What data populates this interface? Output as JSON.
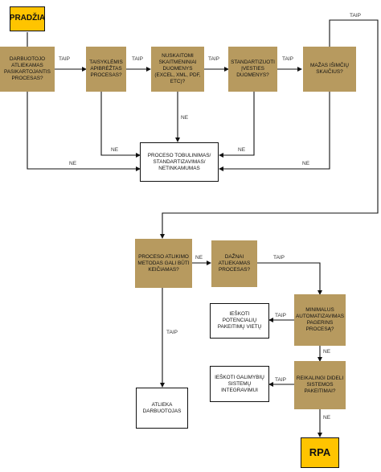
{
  "nodes": {
    "start": "PRADŽIA",
    "q1": "DARBUOTOJO ATLIEKAMAS PASIKARTOJANTIS PROCESAS?",
    "q2": "TAISYKLĖMIS APIBRĖŽTAS PROCESAS?",
    "q3": "NUSKAITOMI SKAITMENINIAI DUOMENYS (EXCEL, XML, PDF, ETC)?",
    "q4": "STANDARTIZUOTI ĮVESTIES DUOMENYS?",
    "q5": "MAŽAS IŠIMČIŲ SKAIČIUS?",
    "improve": "PROCESO TOBULINIMAS/ STANDARTIZAVIMAS/ NETINKAMUMAS",
    "q6": "PROCESO ATLIKIMO METODAS GALI BŪTI KEIČIAMAS?",
    "q7": "DAŽNAI ATLIEKAMAS PROCESAS?",
    "q8": "MINIMALUS AUTOMATIZAVIMAS PAGERINS PROCESĄ?",
    "q9": "REIKALINGI DIDELI SISTEMOS PAKEITIMAI?",
    "find_places": "IEŠKOTI POTENCIALIŲ PAKEITIMŲ VIETŲ",
    "find_integration": "IEŠKOTI GALIMYBIŲ SISTEMŲ INTEGRAVIMUI",
    "employee": "ATLIEKA DARBUOTOJAS",
    "rpa": "RPA"
  },
  "labels": {
    "yes": "TAIP",
    "no": "NE"
  },
  "colors": {
    "decision": "#b79a5f",
    "start_end": "#ffc400",
    "line": "#111111"
  }
}
